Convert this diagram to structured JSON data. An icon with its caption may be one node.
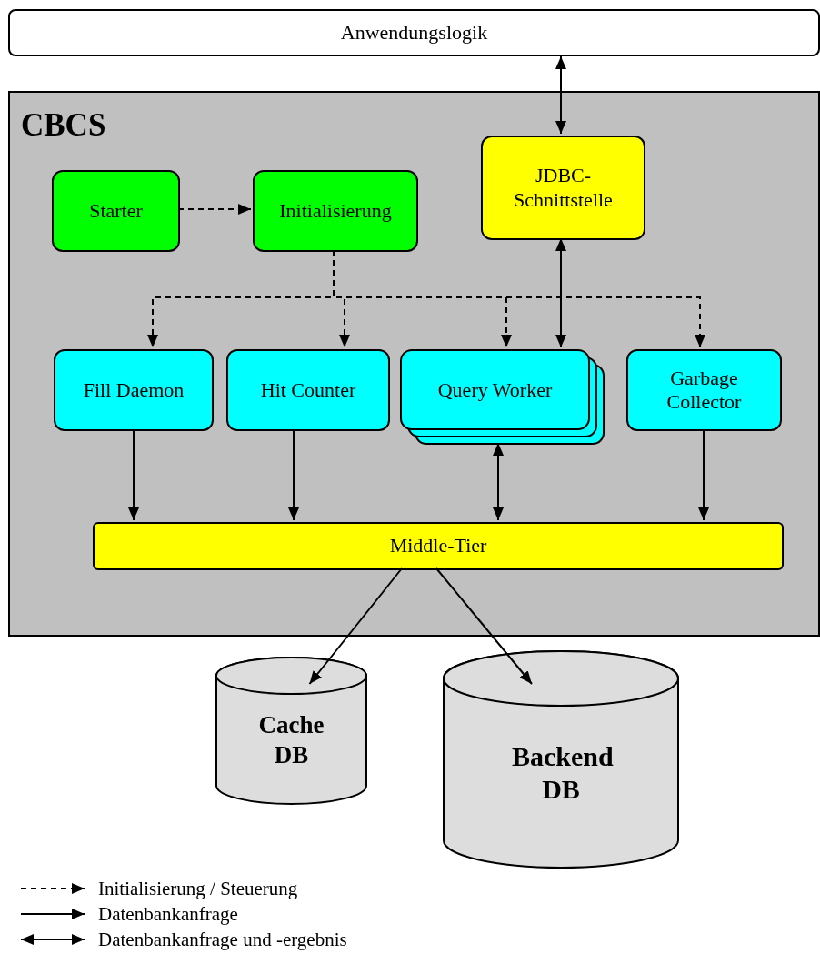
{
  "diagram": {
    "nodes": [
      {
        "text": [
          "Anwendungslogik"
        ]
      },
      {
        "text": [
          "CBCS"
        ]
      },
      {
        "text": [
          "Starter"
        ],
        "in": 1
      },
      {
        "text": [
          "Initialisierung"
        ],
        "in": 1
      },
      {
        "text": [
          "JDBC- Schnittstelle"
        ],
        "in": 1
      },
      {
        "text": [
          "Fill Daemon"
        ],
        "in": 1
      },
      {
        "text": [
          "Hit Counter"
        ],
        "in": 1
      },
      {
        "text": [
          "Query Worker"
        ],
        "in": 1
      },
      {
        "text": [
          "Garbage Collector"
        ],
        "in": 1
      },
      {
        "text": [
          "Middle-Tier"
        ],
        "in": 1
      },
      {
        "text": [
          "Cache DB"
        ]
      },
      {
        "text": [
          "Backend DB"
        ]
      }
    ],
    "edges": [
      {
        "from": 0,
        "to": 4,
        "arrow": "both"
      },
      {
        "from": 2,
        "to": 3,
        "arrow": "to",
        "style": "dashed"
      },
      {
        "from": 3,
        "to": 5,
        "arrow": "to",
        "style": "dashed"
      },
      {
        "from": 3,
        "to": 6,
        "arrow": "to",
        "style": "dashed"
      },
      {
        "from": 3,
        "to": 7,
        "arrow": "to",
        "style": "dashed"
      },
      {
        "from": 3,
        "to": 8,
        "arrow": "to",
        "style": "dashed"
      },
      {
        "from": 4,
        "to": 7,
        "arrow": "both"
      },
      {
        "from": 5,
        "to": 9,
        "arrow": "to"
      },
      {
        "from": 6,
        "to": 9,
        "arrow": "to"
      },
      {
        "from": 7,
        "to": 9,
        "arrow": "both"
      },
      {
        "from": 8,
        "to": 9,
        "arrow": "to"
      },
      {
        "from": 9,
        "to": 10,
        "arrow": "to"
      },
      {
        "from": 9,
        "to": 11,
        "arrow": "to"
      }
    ],
    "legend": [
      {
        "text": "Initialisierung / Steuerung"
      },
      {
        "text": "Datenbankanfrage"
      },
      {
        "text": "Datenbankanfrage und -ergebnis"
      }
    ]
  }
}
